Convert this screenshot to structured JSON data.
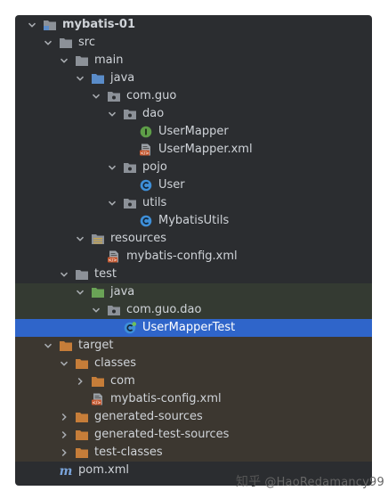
{
  "colors": {
    "panel_bg": "#2b2d30",
    "test_band": "#343a32",
    "target_band": "#3c3730",
    "selection": "#2f65ca",
    "folder_gray": "#8c9198",
    "folder_blue": "#5b8cc9",
    "folder_green": "#6aa356",
    "folder_orange": "#c67d39",
    "interface_green": "#5e9e48",
    "class_blue": "#3e8fd8"
  },
  "tree": [
    {
      "label": "mybatis-01",
      "icon": "module-folder-icon",
      "arrow": "down",
      "depth": 1,
      "bold": true
    },
    {
      "label": "src",
      "icon": "folder-icon",
      "arrow": "down",
      "depth": 2
    },
    {
      "label": "main",
      "icon": "folder-icon",
      "arrow": "down",
      "depth": 3
    },
    {
      "label": "java",
      "icon": "source-folder-icon",
      "arrow": "down",
      "depth": 4
    },
    {
      "label": "com.guo",
      "icon": "package-icon",
      "arrow": "down",
      "depth": 5
    },
    {
      "label": "dao",
      "icon": "package-icon",
      "arrow": "down",
      "depth": 6
    },
    {
      "label": "UserMapper",
      "icon": "interface-icon",
      "arrow": "none",
      "depth": 7
    },
    {
      "label": "UserMapper.xml",
      "icon": "xml-file-icon",
      "arrow": "none",
      "depth": 7
    },
    {
      "label": "pojo",
      "icon": "package-icon",
      "arrow": "down",
      "depth": 6
    },
    {
      "label": "User",
      "icon": "class-icon",
      "arrow": "none",
      "depth": 7
    },
    {
      "label": "utils",
      "icon": "package-icon",
      "arrow": "down",
      "depth": 6
    },
    {
      "label": "MybatisUtils",
      "icon": "class-icon",
      "arrow": "none",
      "depth": 7
    },
    {
      "label": "resources",
      "icon": "resources-folder-icon",
      "arrow": "down",
      "depth": 4
    },
    {
      "label": "mybatis-config.xml",
      "icon": "xml-file-icon",
      "arrow": "none",
      "depth": 5
    },
    {
      "label": "test",
      "icon": "folder-icon",
      "arrow": "down",
      "depth": 3
    },
    {
      "label": "java",
      "icon": "test-source-folder-icon",
      "arrow": "down",
      "depth": 4,
      "band": "test"
    },
    {
      "label": "com.guo.dao",
      "icon": "package-icon",
      "arrow": "down",
      "depth": 5,
      "band": "test"
    },
    {
      "label": "UserMapperTest",
      "icon": "test-class-icon",
      "arrow": "none",
      "depth": 6,
      "selected": true
    },
    {
      "label": "target",
      "icon": "excluded-folder-icon",
      "arrow": "down",
      "depth": 2,
      "band": "target"
    },
    {
      "label": "classes",
      "icon": "excluded-folder-icon",
      "arrow": "down",
      "depth": 3,
      "band": "target"
    },
    {
      "label": "com",
      "icon": "excluded-folder-icon",
      "arrow": "right",
      "depth": 4,
      "band": "target"
    },
    {
      "label": "mybatis-config.xml",
      "icon": "xml-file-icon",
      "arrow": "none",
      "depth": 4,
      "band": "target"
    },
    {
      "label": "generated-sources",
      "icon": "excluded-folder-icon",
      "arrow": "right",
      "depth": 3,
      "band": "target"
    },
    {
      "label": "generated-test-sources",
      "icon": "excluded-folder-icon",
      "arrow": "right",
      "depth": 3,
      "band": "target"
    },
    {
      "label": "test-classes",
      "icon": "excluded-folder-icon",
      "arrow": "right",
      "depth": 3,
      "band": "target"
    },
    {
      "label": "pom.xml",
      "icon": "maven-pom-icon",
      "arrow": "none",
      "depth": 2
    }
  ],
  "watermark": {
    "logo": "知乎",
    "handle": "@HaoRedamancy99"
  }
}
